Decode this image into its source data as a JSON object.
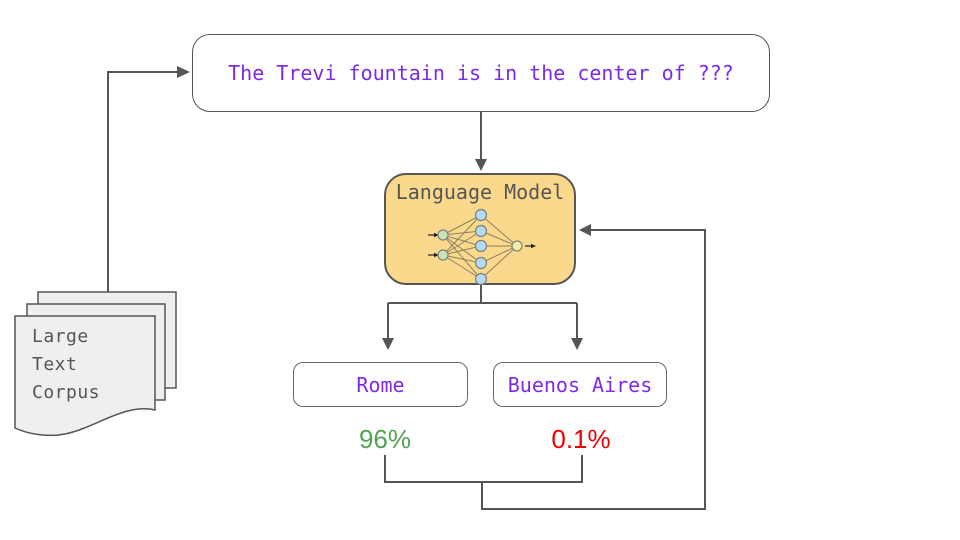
{
  "prompt": {
    "text": "The Trevi fountain is in the center of ???"
  },
  "language_model": {
    "label": "Language Model"
  },
  "corpus": {
    "lines": [
      "Large",
      "Text",
      "Corpus"
    ]
  },
  "outputs": [
    {
      "label": "Rome",
      "probability": "96%",
      "color": "#53a353"
    },
    {
      "label": "Buenos Aires",
      "probability": "0.1%",
      "color": "#ee0000"
    }
  ],
  "colors": {
    "connector": "#555555",
    "prompt_text": "#7d2ae8",
    "model_fill": "#fad98d",
    "document_fill": "#efefef",
    "nn_input_node": "#c6e7b5",
    "nn_hidden_node": "#b4d9f0",
    "nn_output_node": "#f2efa4"
  },
  "icons": {
    "neural_network": "neural-network-icon",
    "document_stack": "document-stack-icon"
  }
}
